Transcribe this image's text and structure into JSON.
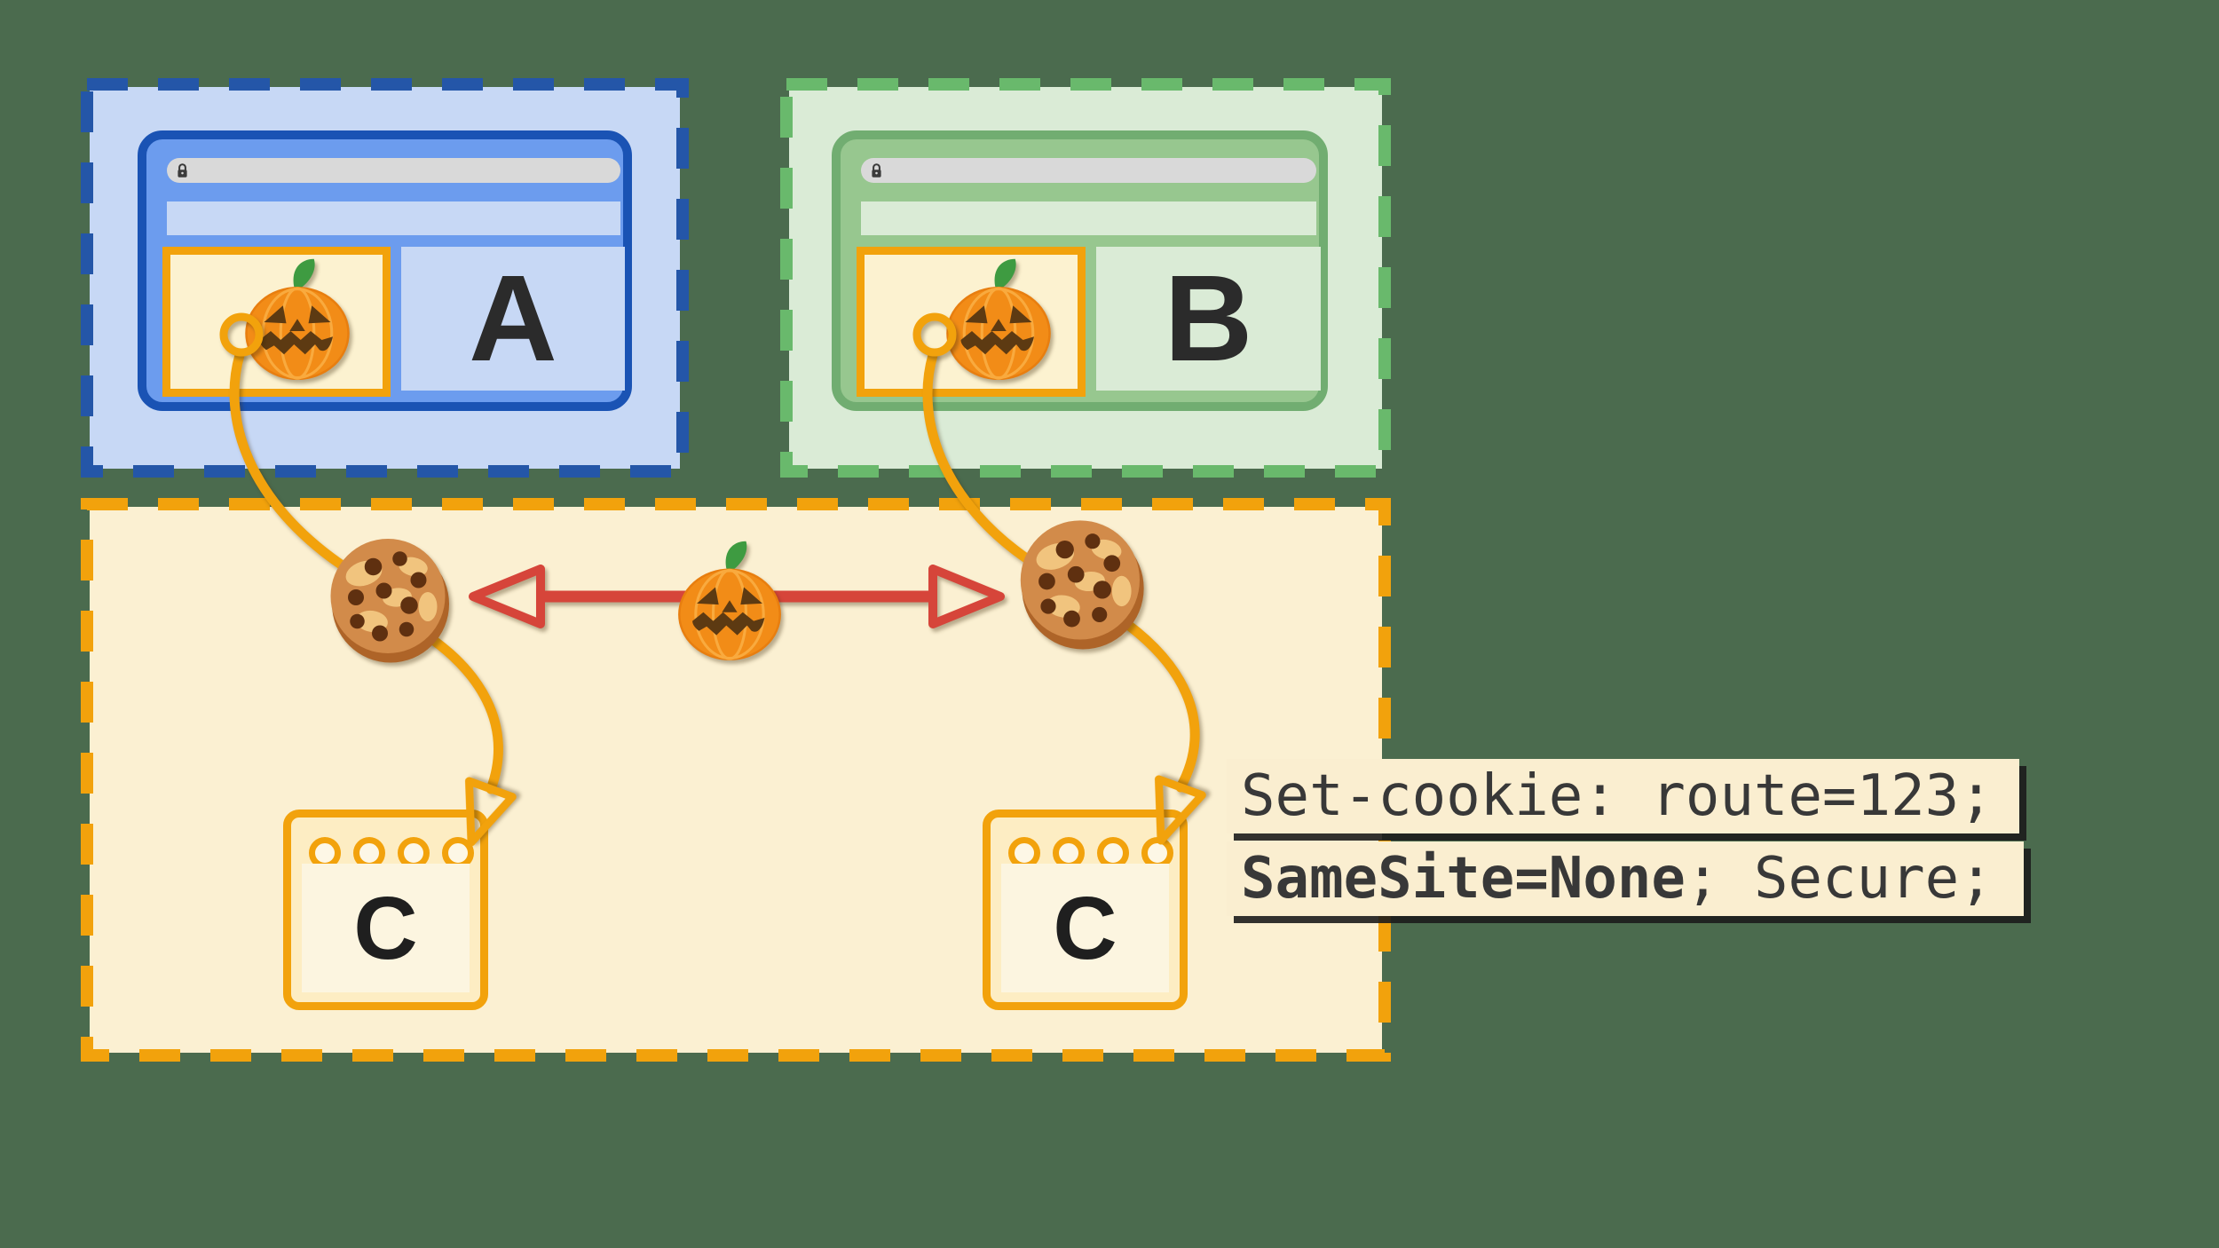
{
  "title": "third-party cookies diagram",
  "background_color": "#4B6B4E",
  "site_a": {
    "label": "A",
    "border_color": "#2456A8",
    "fill_color": "#C7D8F5",
    "frame_color": "#6C9CEE",
    "frame_border_color": "#1A53B4"
  },
  "site_b": {
    "label": "B",
    "border_color": "#69B96C",
    "fill_color": "#DAEBD6",
    "frame_color": "#97C78F",
    "frame_border_color": "#71AD71"
  },
  "third_party": {
    "border_color": "#F2A20C",
    "fill_color": "#FBF0D2",
    "server_left_label": "C",
    "server_right_label": "C"
  },
  "annotation": {
    "line1": "Set-cookie: route=123;",
    "line2_bold": "SameSite=None",
    "line2_rest": "; Secure;",
    "text_color": "#383838",
    "bg_color": "#FAEED0"
  },
  "icons": {
    "lock": "lock-icon",
    "pumpkin": "pumpkin-icon",
    "cookie": "cookie-icon",
    "red_double_arrow": "red-double-arrow-icon",
    "orange_flow_arrow": "orange-arrow-icon",
    "anchor_ring": "ring-icon"
  },
  "colors": {
    "red_arrow": "#D6453A",
    "orange_arrow": "#F2A20C",
    "address_bar": "#D9D9D9",
    "letter": "#2B2B2B"
  }
}
